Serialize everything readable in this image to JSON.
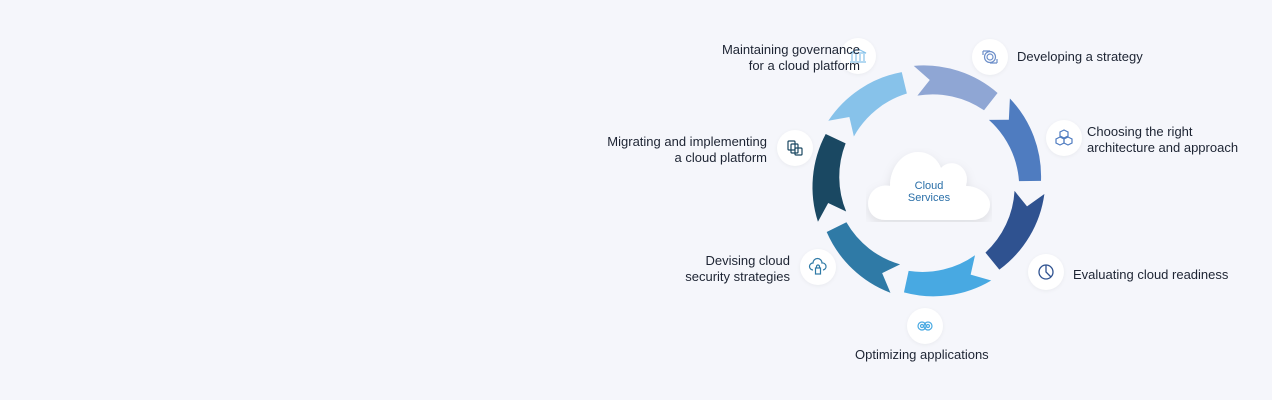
{
  "center": {
    "line1": "Cloud",
    "line2": "Services"
  },
  "steps": [
    {
      "line1": "Developing a strategy",
      "line2": "",
      "icon": "strategy-icon",
      "color": "#8fa6d4"
    },
    {
      "line1": "Choosing the right",
      "line2": "architecture and approach",
      "icon": "architecture-cubes-icon",
      "color": "#4f7cc0"
    },
    {
      "line1": "Evaluating cloud readiness",
      "line2": "",
      "icon": "pie-chart-icon",
      "color": "#2f5290"
    },
    {
      "line1": "Optimizing applications",
      "line2": "",
      "icon": "gears-icon",
      "color": "#48a9e2"
    },
    {
      "line1": "Devising cloud",
      "line2": "security strategies",
      "icon": "cloud-lock-icon",
      "color": "#2f7aa6"
    },
    {
      "line1": "Migrating and implementing",
      "line2": "a cloud platform",
      "icon": "copy-files-icon",
      "color": "#1a4862"
    },
    {
      "line1": "Maintaining governance",
      "line2": "for a cloud platform",
      "icon": "bank-building-icon",
      "color": "#87c2ea"
    }
  ]
}
